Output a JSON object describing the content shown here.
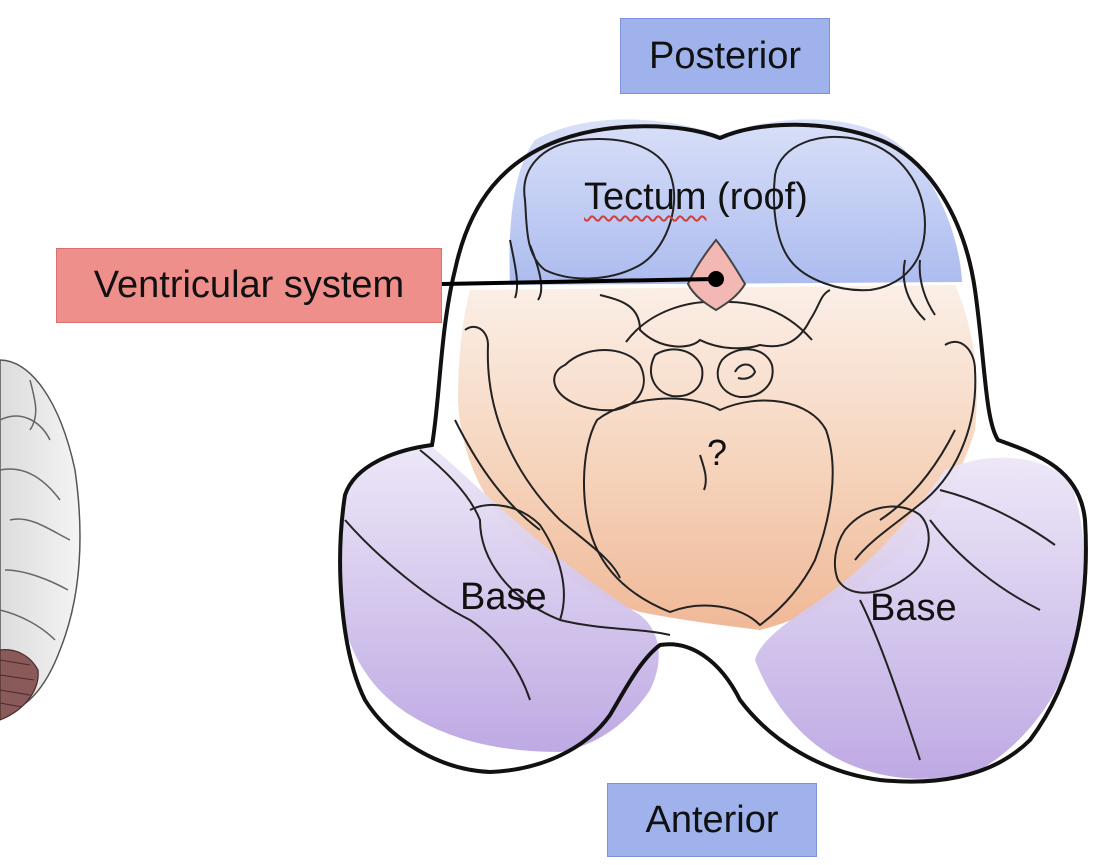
{
  "labels": {
    "posterior": "Posterior",
    "anterior": "Anterior",
    "ventricular_system": "Ventricular system",
    "tectum_word": "Tectum",
    "tectum_rest": " (roof)",
    "unknown_region": "?",
    "base_left": "Base",
    "base_right": "Base"
  },
  "colors": {
    "orientation_box": "#9fb2ec",
    "ventricular_box": "#ee8f8c",
    "tectum_fill": "#a9b9ef",
    "tegmentum_fill": "#f2c4a2",
    "base_fill": "#c5b2e6",
    "ventricle_fill": "#f3b8b4",
    "outline": "#111111"
  }
}
